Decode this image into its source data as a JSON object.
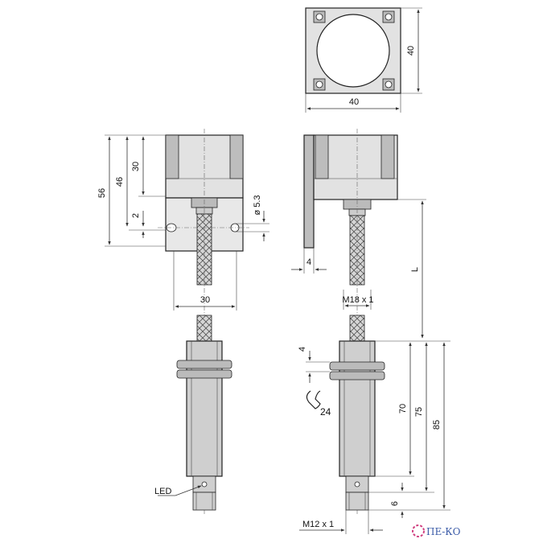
{
  "dimensions": {
    "top_width": "40",
    "top_height": "40",
    "height_56": "56",
    "height_46": "46",
    "height_30": "30",
    "height_2": "2",
    "hole_dia": "ø 5.3",
    "bracket_width": "30",
    "plate_thickness": "4",
    "length": "L",
    "thread_sensor": "M18 x 1",
    "nut_height": "4",
    "wrench_size": "24",
    "length_70": "70",
    "length_75": "75",
    "length_85": "85",
    "connector_len": "6",
    "thread_connector": "M12 x 1",
    "led_label": "LED"
  },
  "logo": {
    "text": "ПЕ-КО"
  },
  "colors": {
    "body_fill": "#cfcfcf",
    "body_dark": "#9a9a9a",
    "line": "#222222",
    "logo": "#3b5ba8"
  }
}
